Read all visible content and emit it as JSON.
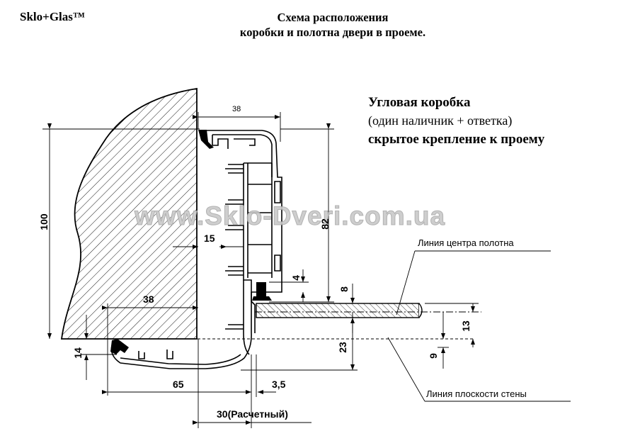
{
  "header": {
    "brand": "Sklo+Glas™",
    "title_line1": "Схема расположения",
    "title_line2": "коробки и полотна двери в проеме."
  },
  "description": {
    "line1": "Угловая коробка",
    "line2": "(один наличник + ответка)",
    "line3": "скрытое крепление к проему"
  },
  "watermark": "www.Sklo-Dveri.com.ua",
  "labels": {
    "door_center_line": "Линия центра полотна",
    "wall_plane_line": "Линия плоскости стены"
  },
  "dimensions": {
    "d38_top": "38",
    "d100": "100",
    "d82": "82",
    "d15": "15",
    "d4": "4",
    "d8": "8",
    "d38_left": "38",
    "d13": "13",
    "d14": "14",
    "d23": "23",
    "d9": "9",
    "d65": "65",
    "d3_5": "3,5",
    "d30": "30(Расчетный)"
  },
  "colors": {
    "line": "#000000",
    "hatch": "#000000",
    "watermark": "#c9c9c9"
  }
}
